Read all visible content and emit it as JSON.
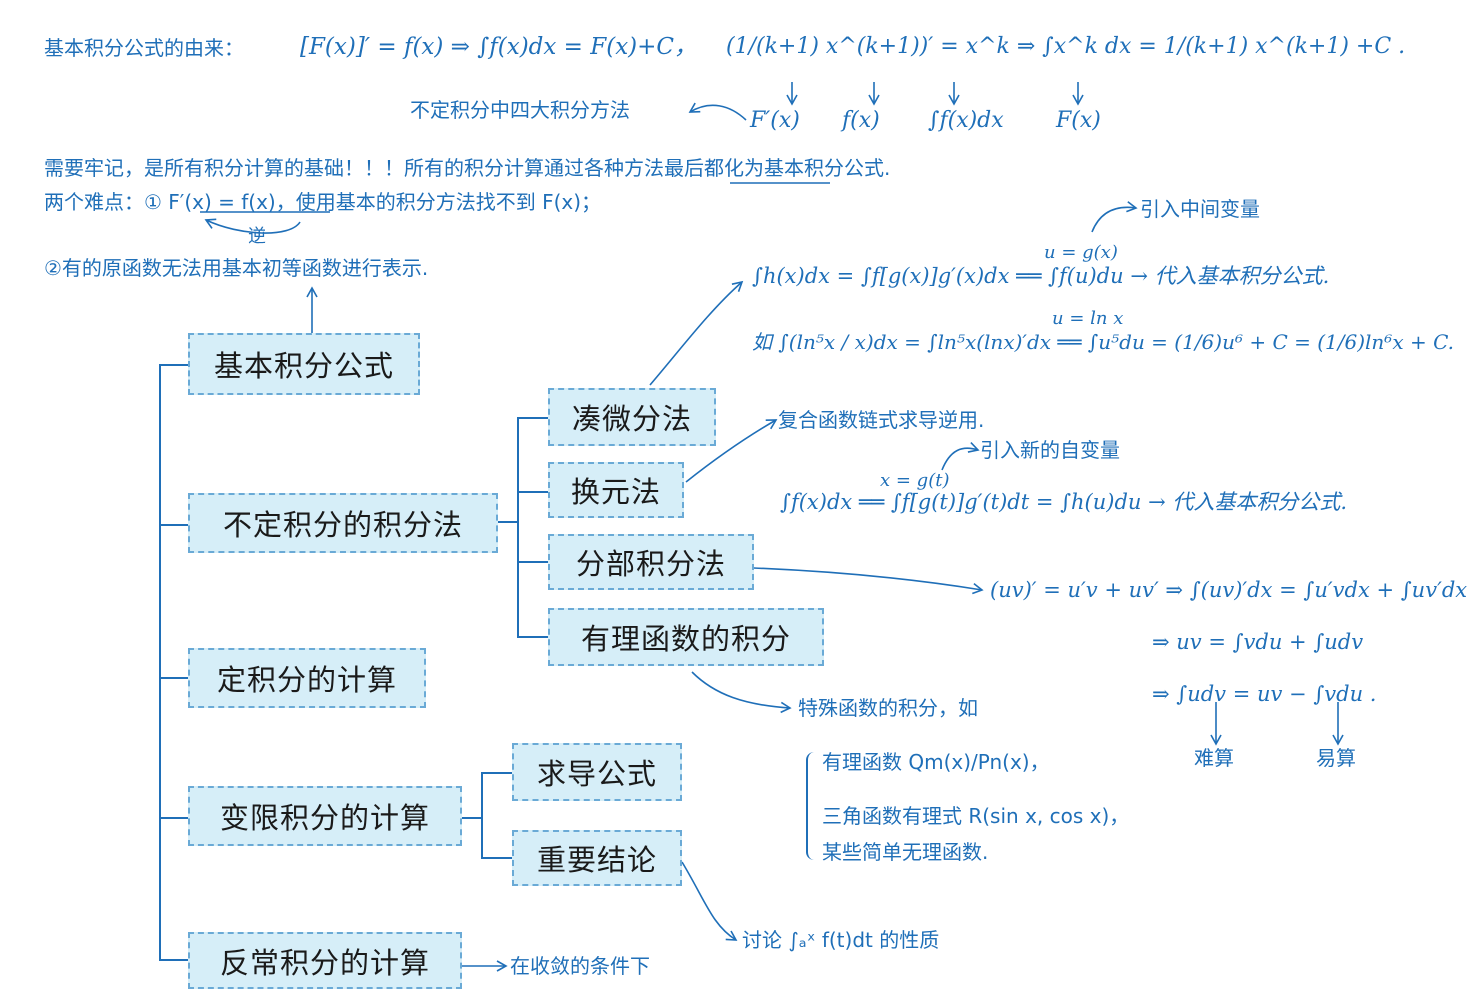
{
  "boxes": {
    "basic_formula": "基本积分公式",
    "indefinite_methods": "不定积分的积分法",
    "definite_calc": "定积分的计算",
    "variable_limit_calc": "变限积分的计算",
    "improper_calc": "反常积分的计算",
    "coupling": "凑微分法",
    "substitution": "换元法",
    "by_parts": "分部积分法",
    "rational": "有理函数的积分",
    "derivative_formula": "求导公式",
    "important_results": "重要结论"
  },
  "top": {
    "origin_label": "基本积分公式的由来：",
    "origin_formula": "[F(x)]′ = f(x) ⇒ ∫f(x)dx = F(x)+C，",
    "power_formula": "(1/(k+1) x^(k+1))′ = x^k ⇒ ∫x^k dx = 1/(k+1) x^(k+1) +C .",
    "under_1": "F′(x)",
    "under_2": "f(x)",
    "under_3": "∫f(x)dx",
    "under_4": "F(x)",
    "four_methods": "不定积分中四大积分方法",
    "note_1": "需要牢记，是所有积分计算的基础！！！所有的积分计算通过各种方法最后都化为基本积分公式.",
    "note_2_prefix": "两个难点：① F′(x) = f(x)，使用基本的积分方法找不到 F(x)；",
    "inverse": "逆",
    "note_3": "②有的原函数无法用基本初等函数进行表示."
  },
  "coupling_notes": {
    "intermediate": "引入中间变量",
    "formula_1": "∫h(x)dx = ∫f[g(x)]g′(x)dx ══ ∫f(u)du → 代入基本积分公式.",
    "sub_label_1": "u = g(x)",
    "formula_2": "如 ∫(ln⁵x / x)dx = ∫ln⁵x(lnx)′dx ══ ∫u⁵du = (1/6)u⁶ + C = (1/6)ln⁶x + C.",
    "sub_label_2": "u = ln x"
  },
  "substitution_notes": {
    "chain": "复合函数链式求导逆用.",
    "new_var": "引入新的自变量",
    "formula": "∫f(x)dx ══ ∫f[g(t)]g′(t)dt = ∫h(u)du → 代入基本积分公式.",
    "sub_label": "x = g(t)"
  },
  "by_parts_notes": {
    "line_1": "(uv)′ = u′v + uv′ ⇒ ∫(uv)′dx = ∫u′vdx + ∫uv′dx",
    "line_2": "⇒ uv = ∫vdu + ∫udv",
    "line_3": "⇒ ∫udv = uv − ∫vdu .",
    "hard": "难算",
    "easy": "易算"
  },
  "rational_notes": {
    "special": "特殊函数的积分，如",
    "item_1": "有理函数 Qm(x)/Pn(x)，",
    "item_2": "三角函数有理式 R(sin x, cos x)，",
    "item_3": "某些简单无理函数."
  },
  "important_notes": {
    "discuss": "讨论 ∫ₐˣ f(t)dt 的性质"
  },
  "improper_notes": {
    "condition": "在收敛的条件下"
  }
}
